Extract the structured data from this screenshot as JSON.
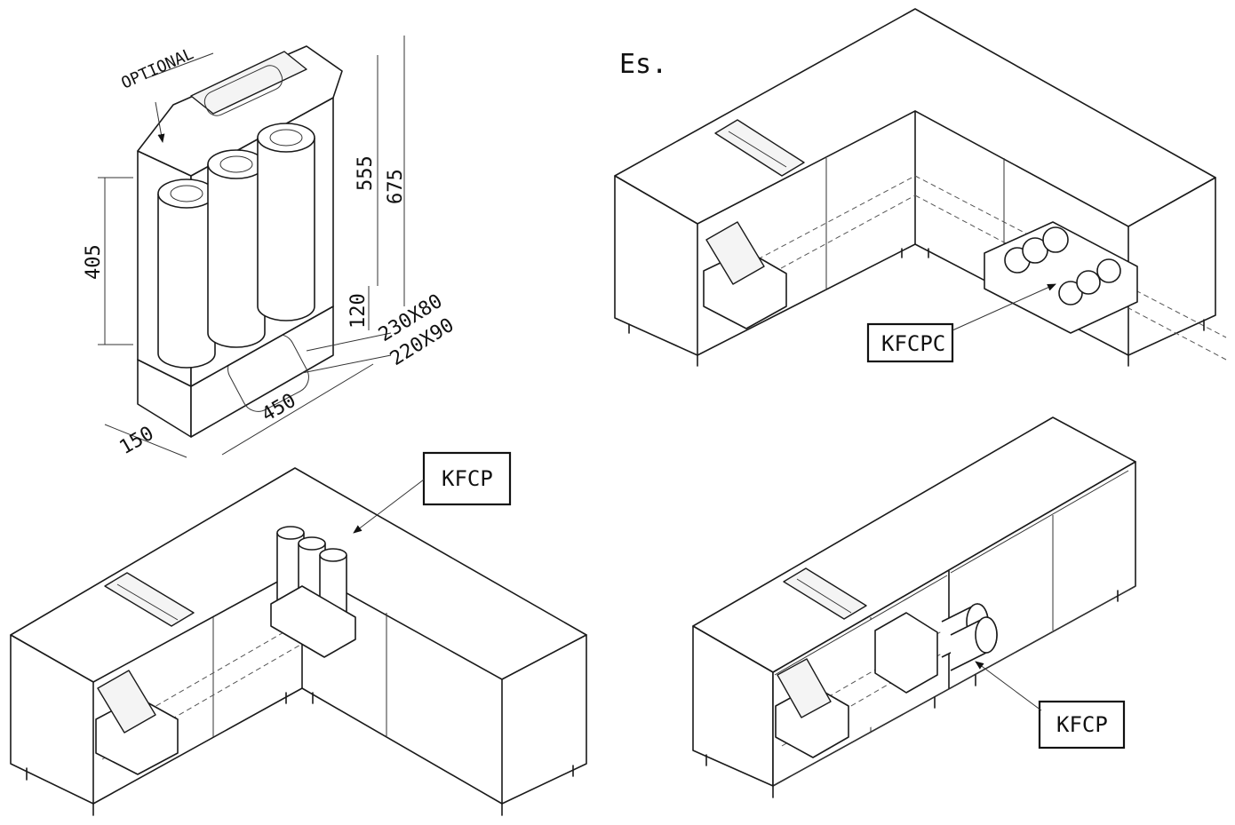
{
  "labels": {
    "optional": "OPTIONAL",
    "es": "Es.",
    "kfcpc": "KFCPC",
    "kfcp_top": "KFCP",
    "kfcp_right": "KFCP"
  },
  "dimensions": {
    "d555": "555",
    "d675": "675",
    "d405": "405",
    "d120": "120",
    "d230x80": "230X80",
    "d220x90": "220X90",
    "d450": "450",
    "d150": "150"
  }
}
